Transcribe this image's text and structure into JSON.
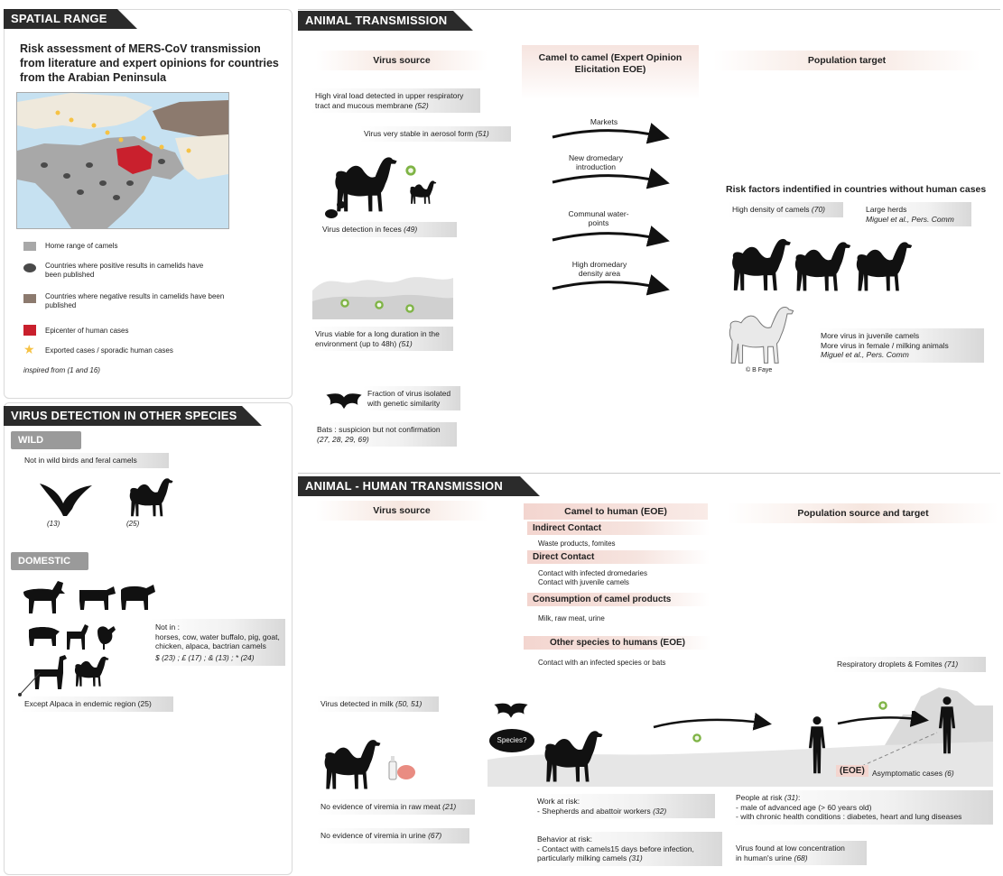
{
  "spatial": {
    "header": "SPATIAL RANGE",
    "title": "Risk assessment of MERS-CoV transmission from literature and expert opinions for countries from the Arabian Peninsula",
    "legend": [
      {
        "label": "Home range of camels",
        "color": "#a8a8a8"
      },
      {
        "label": "Countries where positive results in camelids have been published",
        "color": "#4a4a4a"
      },
      {
        "label": "Countries where negative results in camelids have been published",
        "color": "#8c7a6e"
      },
      {
        "label": "Epicenter of human cases",
        "color": "#c9202d"
      },
      {
        "label": "Exported cases / sporadic human cases",
        "color": "#f6c244"
      }
    ],
    "inspired": "inspired from (1 and 16)"
  },
  "other_species": {
    "header": "VIRUS DETECTION IN OTHER SPECIES",
    "wild_label": "WILD",
    "wild_note": "Not in wild birds and feral camels",
    "wild_refs": [
      "(13)",
      "(25)"
    ],
    "domestic_label": "DOMESTIC",
    "not_in_title": "Not in :",
    "not_in_list": "horses, cow, water buffalo, pig, goat, chicken, alpaca, bactrian camels",
    "refs": "$ (23) ; £ (17) ; & (13) ; * (24)",
    "except": "Except Alpaca in endemic region (25)"
  },
  "animal": {
    "header": "ANIMAL TRANSMISSION",
    "col_source": "Virus source",
    "col_camel": "Camel to camel (Expert Opinion Elicitation EOE)",
    "col_target": "Population target",
    "notes": {
      "load": "High viral load detected in upper respiratory tract and mucous membrane",
      "load_ref": "(52)",
      "stable": "Virus very stable in aerosol form",
      "stable_ref": "(51)",
      "feces": "Virus detection in feces",
      "feces_ref": "(49)",
      "viable": "Virus viable for a long duration in the environment (up to 48h)",
      "viable_ref": "(51)",
      "fraction": "Fraction of virus isolated with genetic similarity",
      "bats": "Bats : suspicion but not confirmation",
      "bats_ref": "(27, 28, 29, 69)"
    },
    "arrows": [
      "Markets",
      "New dromedary introduction",
      "Communal water-points",
      "High dromedary density area"
    ],
    "risk_title": "Risk factors indentified in countries without human cases",
    "density": "High density of camels",
    "density_ref": "(70)",
    "herds": "Large herds",
    "herds_ref": "Miguel et al., Pers. Comm",
    "juvenile1": "More virus in juvenile camels",
    "juvenile2": "More virus in female / milking animals",
    "juvenile_ref": "Miguel et al., Pers. Comm",
    "credit": "© B Faye"
  },
  "human": {
    "header": "ANIMAL - HUMAN TRANSMISSION",
    "col_source": "Virus source",
    "col_camel": "Camel to human (EOE)",
    "col_target": "Population source and target",
    "indirect": "Indirect Contact",
    "indirect_items": "Waste products, fomites",
    "direct": "Direct Contact",
    "direct_items1": "Contact with infected dromedaries",
    "direct_items2": "Contact with juvenile camels",
    "consumption": "Consumption of camel products",
    "consumption_items": "Milk, raw meat, urine",
    "other": "Other species to humans (EOE)",
    "other_items": "Contact with an infected species or bats",
    "droplets": "Respiratory droplets & Fomites",
    "droplets_ref": "(71)",
    "milk": "Virus detected in milk",
    "milk_ref": "(50, 51)",
    "species": "Species?",
    "eoe": "(EOE)",
    "asym": "Asymptomatic cases",
    "asym_ref": "(6)",
    "viremia_meat": "No evidence of viremia in raw meat",
    "viremia_meat_ref": "(21)",
    "viremia_urine": "No evidence of viremia in urine",
    "viremia_urine_ref": "(67)",
    "work1": "Work at risk:",
    "work2": "- Shepherds and abattoir workers",
    "work_ref": "(32)",
    "people1": "People at risk",
    "people1_ref": "(31)",
    "people2": "- male of advanced age (> 60 years old)",
    "people3": "- with chronic health conditions : diabetes, heart and lung diseases",
    "behavior1": "Behavior at risk:",
    "behavior2": "- Contact with camels15 days before infection, particularly milking camels",
    "behavior_ref": "(31)",
    "urine1": "Virus found at low concentration",
    "urine2": "in human's urine",
    "urine_ref": "(68)"
  }
}
